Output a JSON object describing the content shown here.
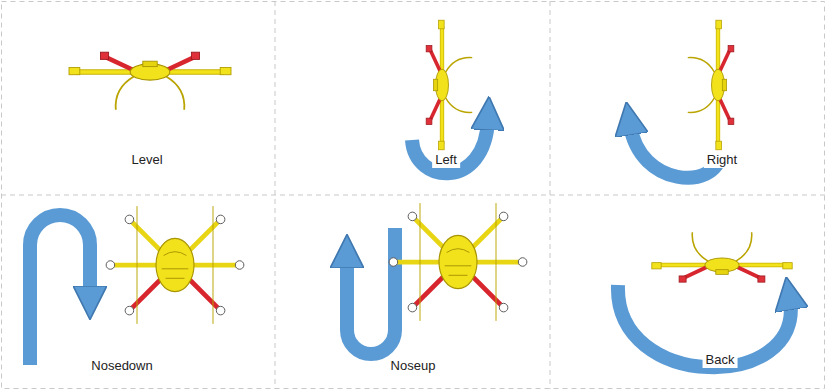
{
  "diagram": {
    "labels": [
      "Level",
      "Left",
      "Right",
      "Nosedown",
      "Noseup",
      "Back"
    ]
  }
}
